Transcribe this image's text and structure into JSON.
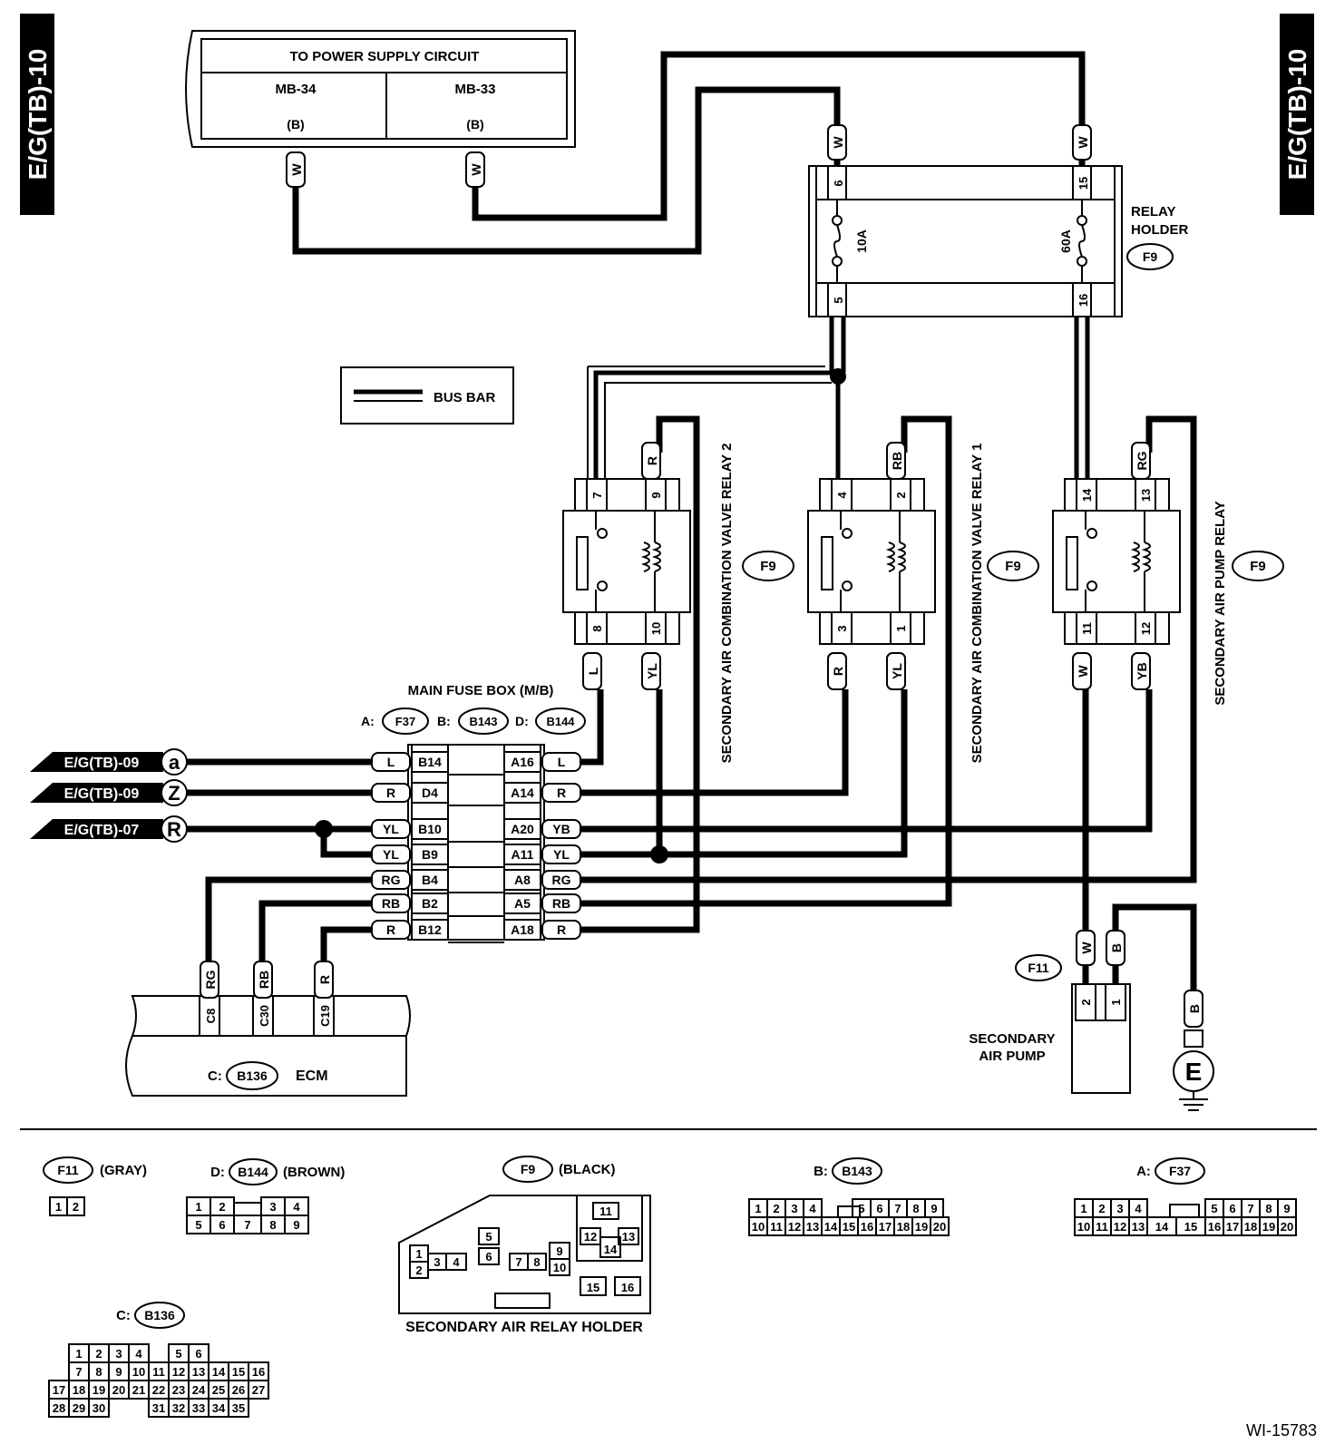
{
  "side_label": "E/G(TB)-10",
  "figure_id": "WI-15783",
  "power_supply": {
    "title": "TO POWER SUPPLY CIRCUIT",
    "left": "MB-34",
    "right": "MB-33",
    "left_sub": "(B)",
    "right_sub": "(B)"
  },
  "relay_holder": {
    "label1": "RELAY",
    "label2": "HOLDER",
    "code": "F9",
    "fuse1": "10A",
    "fuse2": "60A",
    "pins": [
      "6",
      "5",
      "15",
      "16"
    ]
  },
  "bus_bar": "BUS BAR",
  "relays": [
    {
      "name": "SECONDARY AIR COMBINATION VALVE RELAY 2",
      "code": "F9",
      "top_pins": [
        "7",
        "9"
      ],
      "bottom_pins": [
        "8",
        "10"
      ],
      "top_wire": "R",
      "bottom_wires": [
        "L",
        "YL"
      ]
    },
    {
      "name": "SECONDARY AIR COMBINATION VALVE RELAY 1",
      "code": "F9",
      "top_pins": [
        "4",
        "2"
      ],
      "bottom_pins": [
        "3",
        "1"
      ],
      "top_wire": "RB",
      "bottom_wires": [
        "R",
        "YL"
      ]
    },
    {
      "name": "SECONDARY AIR PUMP RELAY",
      "code": "F9",
      "top_pins": [
        "14",
        "13"
      ],
      "bottom_pins": [
        "11",
        "12"
      ],
      "top_wire": "RG",
      "bottom_wires": [
        "W",
        "YB"
      ]
    }
  ],
  "main_fuse_box": {
    "title": "MAIN FUSE BOX (M/B)",
    "connectors": [
      {
        "prefix": "A:",
        "code": "F37"
      },
      {
        "prefix": "B:",
        "code": "B143"
      },
      {
        "prefix": "D:",
        "code": "B144"
      }
    ],
    "rows": [
      {
        "lw": "L",
        "lp": "B14",
        "rp": "A16",
        "rw": "L"
      },
      {
        "lw": "R",
        "lp": "D4",
        "rp": "A14",
        "rw": "R"
      },
      {
        "lw": "YL",
        "lp": "B10",
        "rp": "A20",
        "rw": "YB"
      },
      {
        "lw": "YL",
        "lp": "B9",
        "rp": "A11",
        "rw": "YL"
      },
      {
        "lw": "RG",
        "lp": "B4",
        "rp": "A8",
        "rw": "RG"
      },
      {
        "lw": "RB",
        "lp": "B2",
        "rp": "A5",
        "rw": "RB"
      },
      {
        "lw": "R",
        "lp": "B12",
        "rp": "A18",
        "rw": "R"
      }
    ]
  },
  "refs": [
    {
      "text": "E/G(TB)-09",
      "letter": "a"
    },
    {
      "text": "E/G(TB)-09",
      "letter": "Z"
    },
    {
      "text": "E/G(TB)-07",
      "letter": "R"
    }
  ],
  "ecm": {
    "label": "ECM",
    "prefix": "C:",
    "code": "B136",
    "pins": [
      "C8",
      "C30",
      "C19"
    ],
    "wires": [
      "RG",
      "RB",
      "R"
    ]
  },
  "pump": {
    "line1": "SECONDARY",
    "line2": "AIR PUMP",
    "code": "F11",
    "pins": [
      "2",
      "1"
    ],
    "wires": [
      "W",
      "B"
    ]
  },
  "ground": {
    "label": "E",
    "wire": "B"
  },
  "wire_W": "W",
  "legend": {
    "f11": {
      "code": "F11",
      "color": "(GRAY)",
      "pins": [
        "1",
        "2"
      ]
    },
    "d": {
      "prefix": "D:",
      "code": "B144",
      "color": "(BROWN)",
      "row1": [
        "1",
        "2",
        "",
        "3",
        "4"
      ],
      "row2": [
        "5",
        "6",
        "7",
        "8",
        "9"
      ]
    },
    "f9": {
      "code": "F9",
      "color": "(BLACK)",
      "caption": "SECONDARY AIR RELAY HOLDER",
      "pins": [
        "1",
        "2",
        "3",
        "4",
        "5",
        "6",
        "7",
        "8",
        "9",
        "10",
        "11",
        "12",
        "13",
        "14",
        "15",
        "16"
      ]
    },
    "b": {
      "prefix": "B:",
      "code": "B143",
      "row1": [
        "1",
        "2",
        "3",
        "4",
        "",
        "5",
        "6",
        "7",
        "8",
        "9"
      ],
      "row2": [
        "10",
        "11",
        "12",
        "13",
        "14",
        "15",
        "16",
        "17",
        "18",
        "19",
        "20"
      ]
    },
    "a": {
      "prefix": "A:",
      "code": "F37",
      "row1": [
        "1",
        "2",
        "3",
        "4",
        "",
        "5",
        "6",
        "7",
        "8",
        "9"
      ],
      "row2": [
        "10",
        "11",
        "12",
        "13",
        "14",
        "15",
        "16",
        "17",
        "18",
        "19",
        "20"
      ]
    },
    "c": {
      "prefix": "C:",
      "code": "B136",
      "row1": [
        "",
        "1",
        "2",
        "3",
        "4",
        "",
        "5",
        "6"
      ],
      "row2": [
        "",
        "7",
        "8",
        "9",
        "10",
        "11",
        "12",
        "13",
        "14",
        "15",
        "16"
      ],
      "row3": [
        "17",
        "18",
        "19",
        "20",
        "21",
        "22",
        "23",
        "24",
        "25",
        "26",
        "27"
      ],
      "row4": [
        "28",
        "29",
        "30",
        "",
        "",
        "31",
        "32",
        "33",
        "34",
        "35"
      ]
    }
  }
}
